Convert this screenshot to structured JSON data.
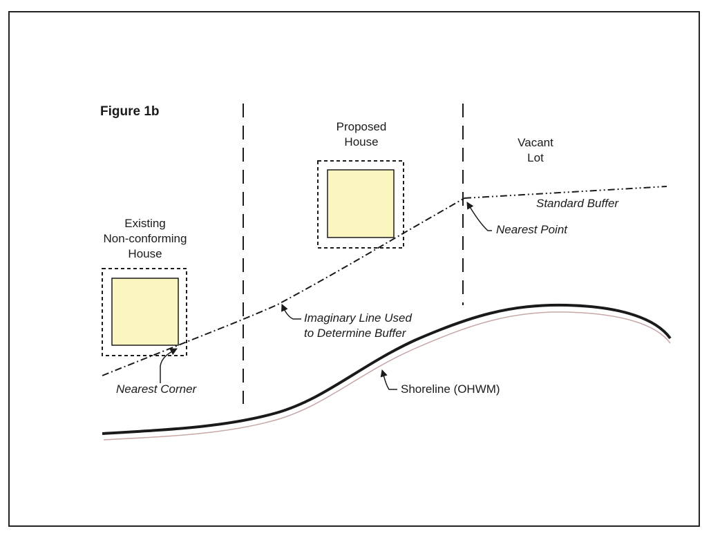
{
  "figure": {
    "title": "Figure 1b"
  },
  "labels": {
    "proposed_house": "Proposed\nHouse",
    "vacant_lot": "Vacant\nLot",
    "existing_house": "Existing\nNon-conforming\nHouse",
    "standard_buffer": "Standard Buffer",
    "nearest_point": "Nearest Point",
    "imaginary_line": "Imaginary Line Used\nto Determine Buffer",
    "nearest_corner": "Nearest Corner",
    "shoreline": "Shoreline (OHWM)"
  },
  "colors": {
    "house_fill": "#fbf6c0",
    "line": "#1a1a1a",
    "shoreline_shadow": "#c8a6a6"
  }
}
